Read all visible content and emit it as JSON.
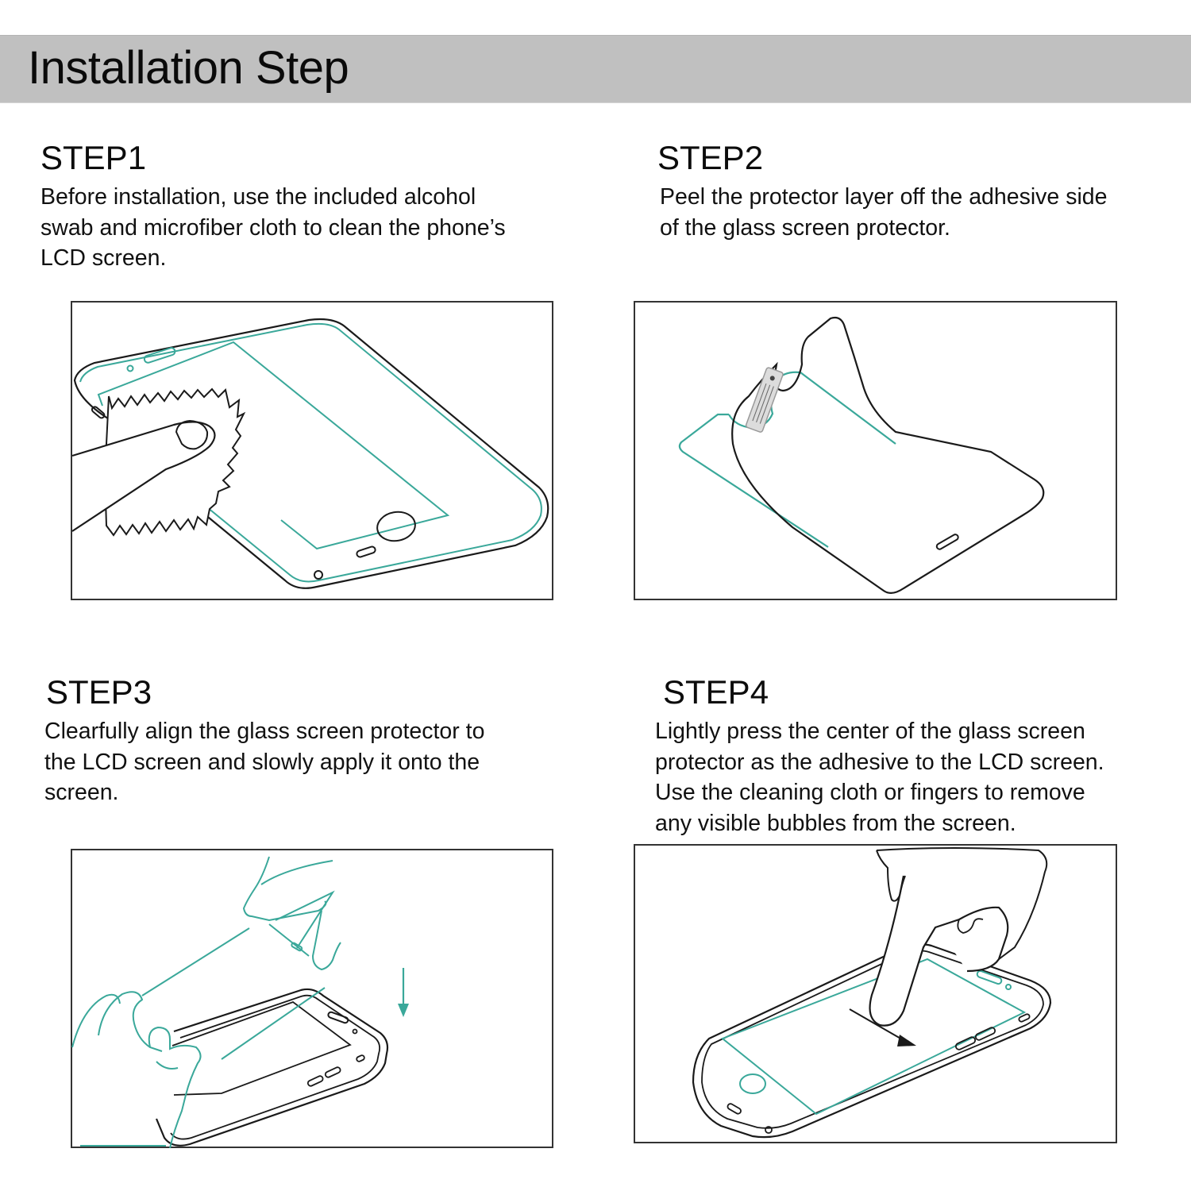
{
  "header": {
    "title": "Installation Step",
    "band_color": "#c0c0c0"
  },
  "colors": {
    "accent_teal": "#3aa89a",
    "line_dark": "#1a1a1a",
    "frame_border": "#333333"
  },
  "steps": [
    {
      "title": "STEP1",
      "lines": [
        "Before installation, use the included alcohol",
        "swab and microfiber cloth to clean the phone’s",
        "LCD screen."
      ],
      "illustration": "cleaning-phone-with-cloth"
    },
    {
      "title": "STEP2",
      "lines": [
        "Peel the protector layer off the adhesive side",
        "of the glass screen protector."
      ],
      "illustration": "peeling-protector-film"
    },
    {
      "title": "STEP3",
      "lines": [
        "Clearfully align the glass screen protector to",
        "the LCD screen and slowly apply it onto the",
        "screen."
      ],
      "illustration": "aligning-glass-protector"
    },
    {
      "title": "STEP4",
      "lines": [
        "Lightly press the center of the glass screen",
        "protector as the adhesive to the LCD screen.",
        "Use the cleaning cloth or fingers to remove",
        "any visible bubbles from the screen."
      ],
      "illustration": "pressing-protector-center"
    }
  ]
}
